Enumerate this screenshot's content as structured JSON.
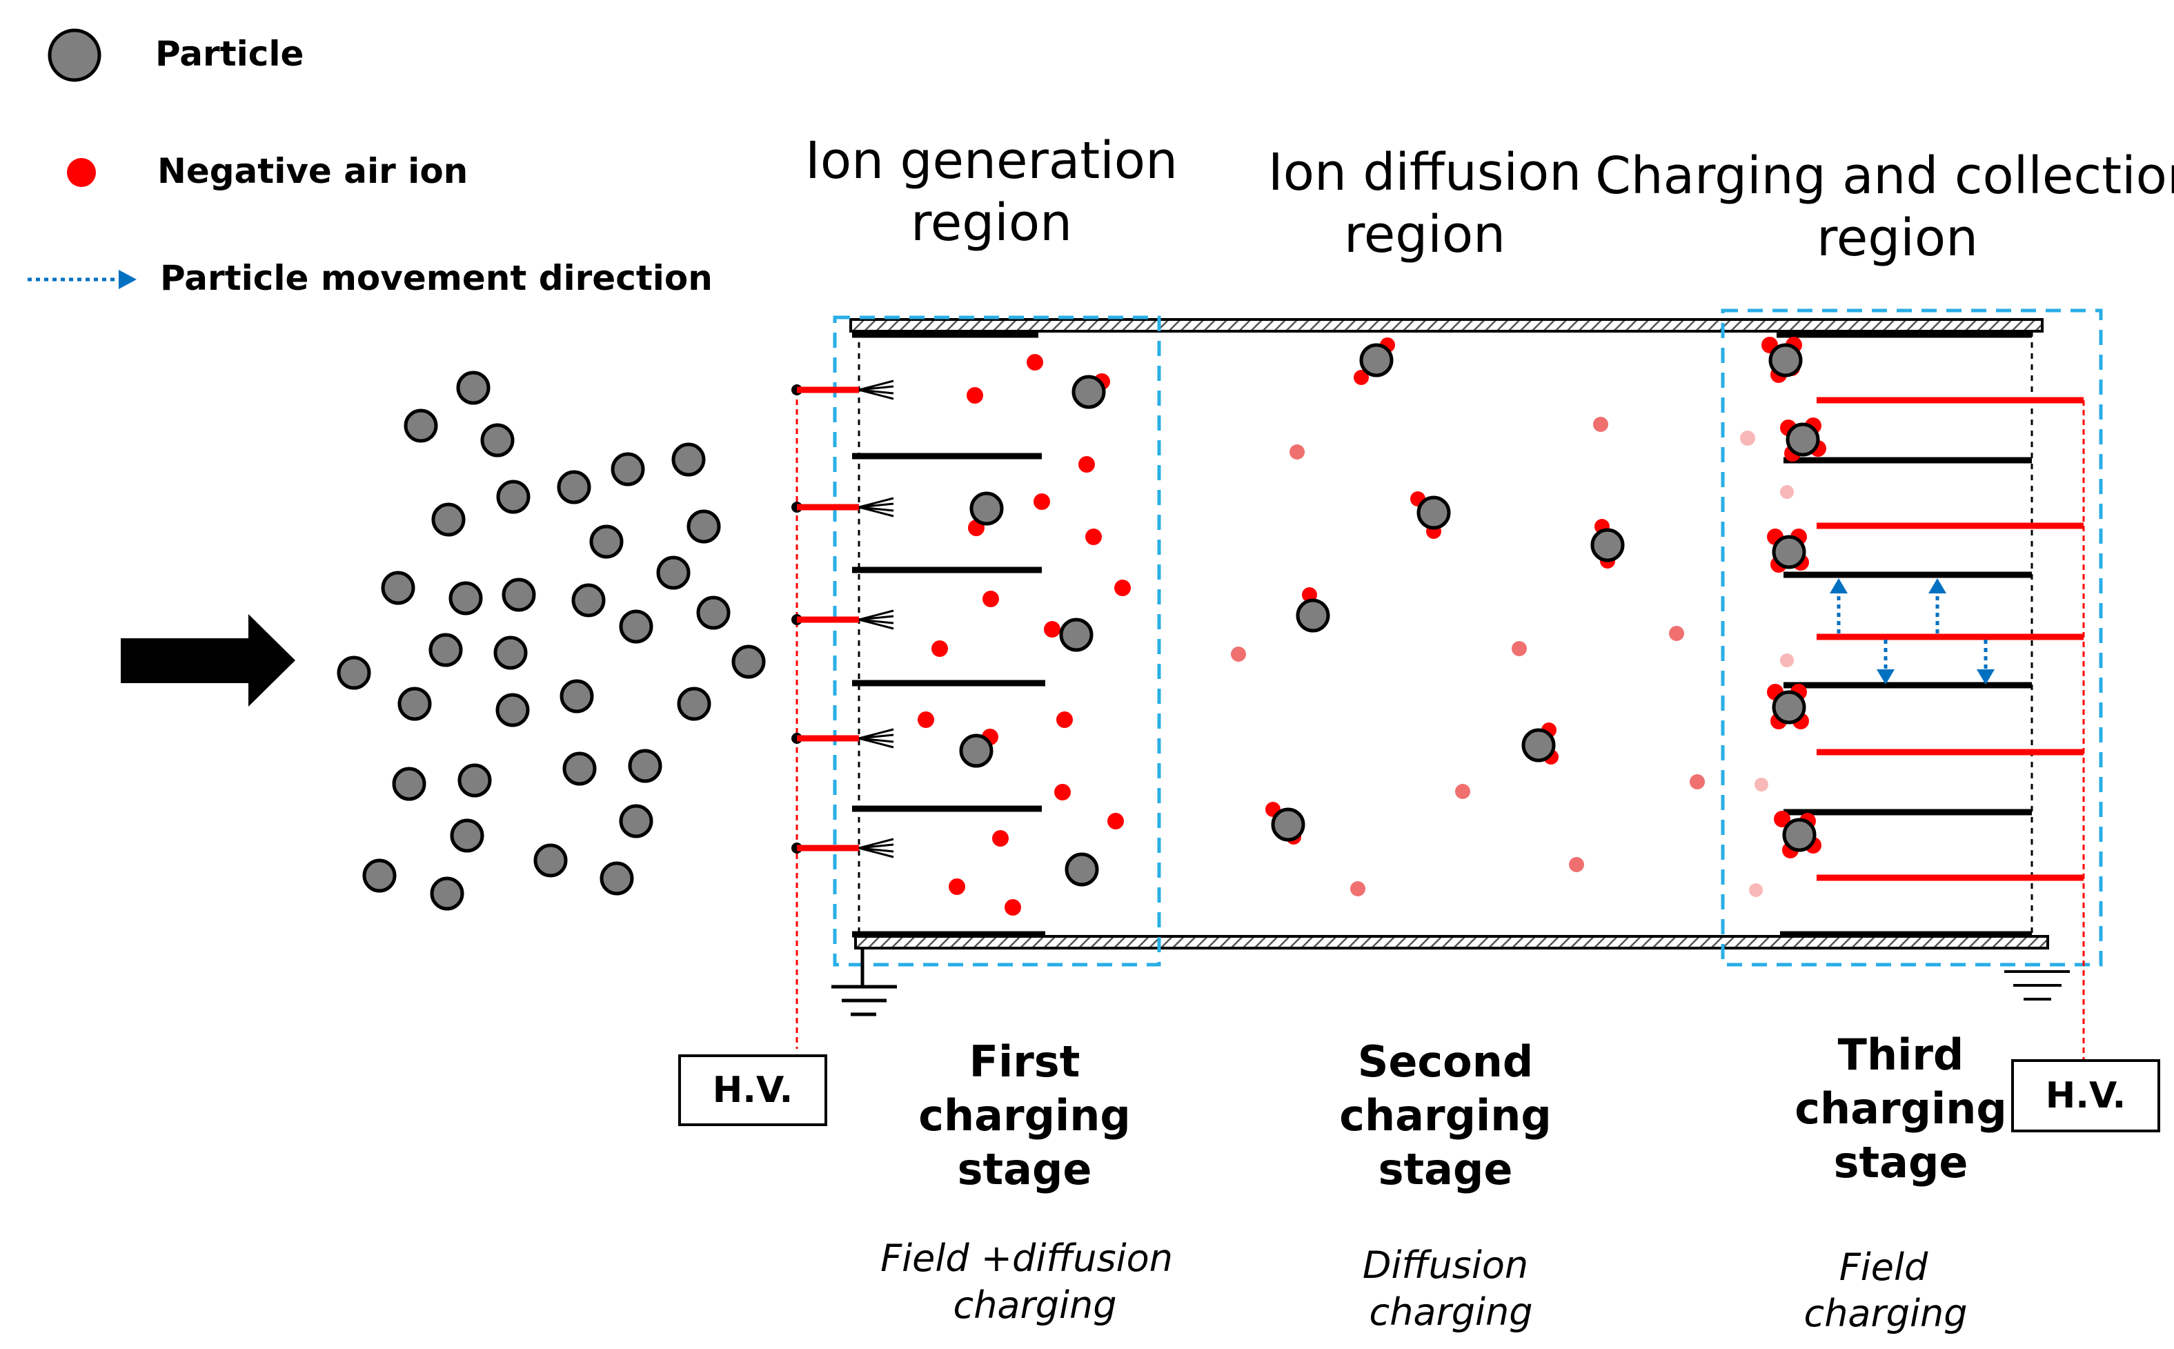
{
  "legend": {
    "particle_label": "Particle",
    "ion_label": "Negative air ion",
    "movement_label": "Particle movement direction"
  },
  "regions": {
    "generation": [
      "Ion generation",
      "region"
    ],
    "diffusion": [
      "Ion diffusion",
      "region"
    ],
    "collection": [
      "Charging and collection",
      "region"
    ]
  },
  "stages": {
    "first": [
      "First",
      "charging",
      "stage"
    ],
    "second": [
      "Second",
      "charging",
      "stage"
    ],
    "third": [
      "Third",
      "charging",
      "stage"
    ]
  },
  "mechanisms": {
    "first": [
      "Field +diffusion",
      "charging"
    ],
    "second": [
      "Diffusion",
      "charging"
    ],
    "third": [
      "Field",
      "charging"
    ]
  },
  "hv": {
    "left": "H.V.",
    "right": "H.V."
  },
  "colors": {
    "particle_fill": "#7f7f7f",
    "ion": "#ff0000",
    "ion_faded": "#f4a0a0",
    "region_box": "#29aee6",
    "arrow_blue": "#0070c0",
    "wire_red": "#ff0000"
  }
}
